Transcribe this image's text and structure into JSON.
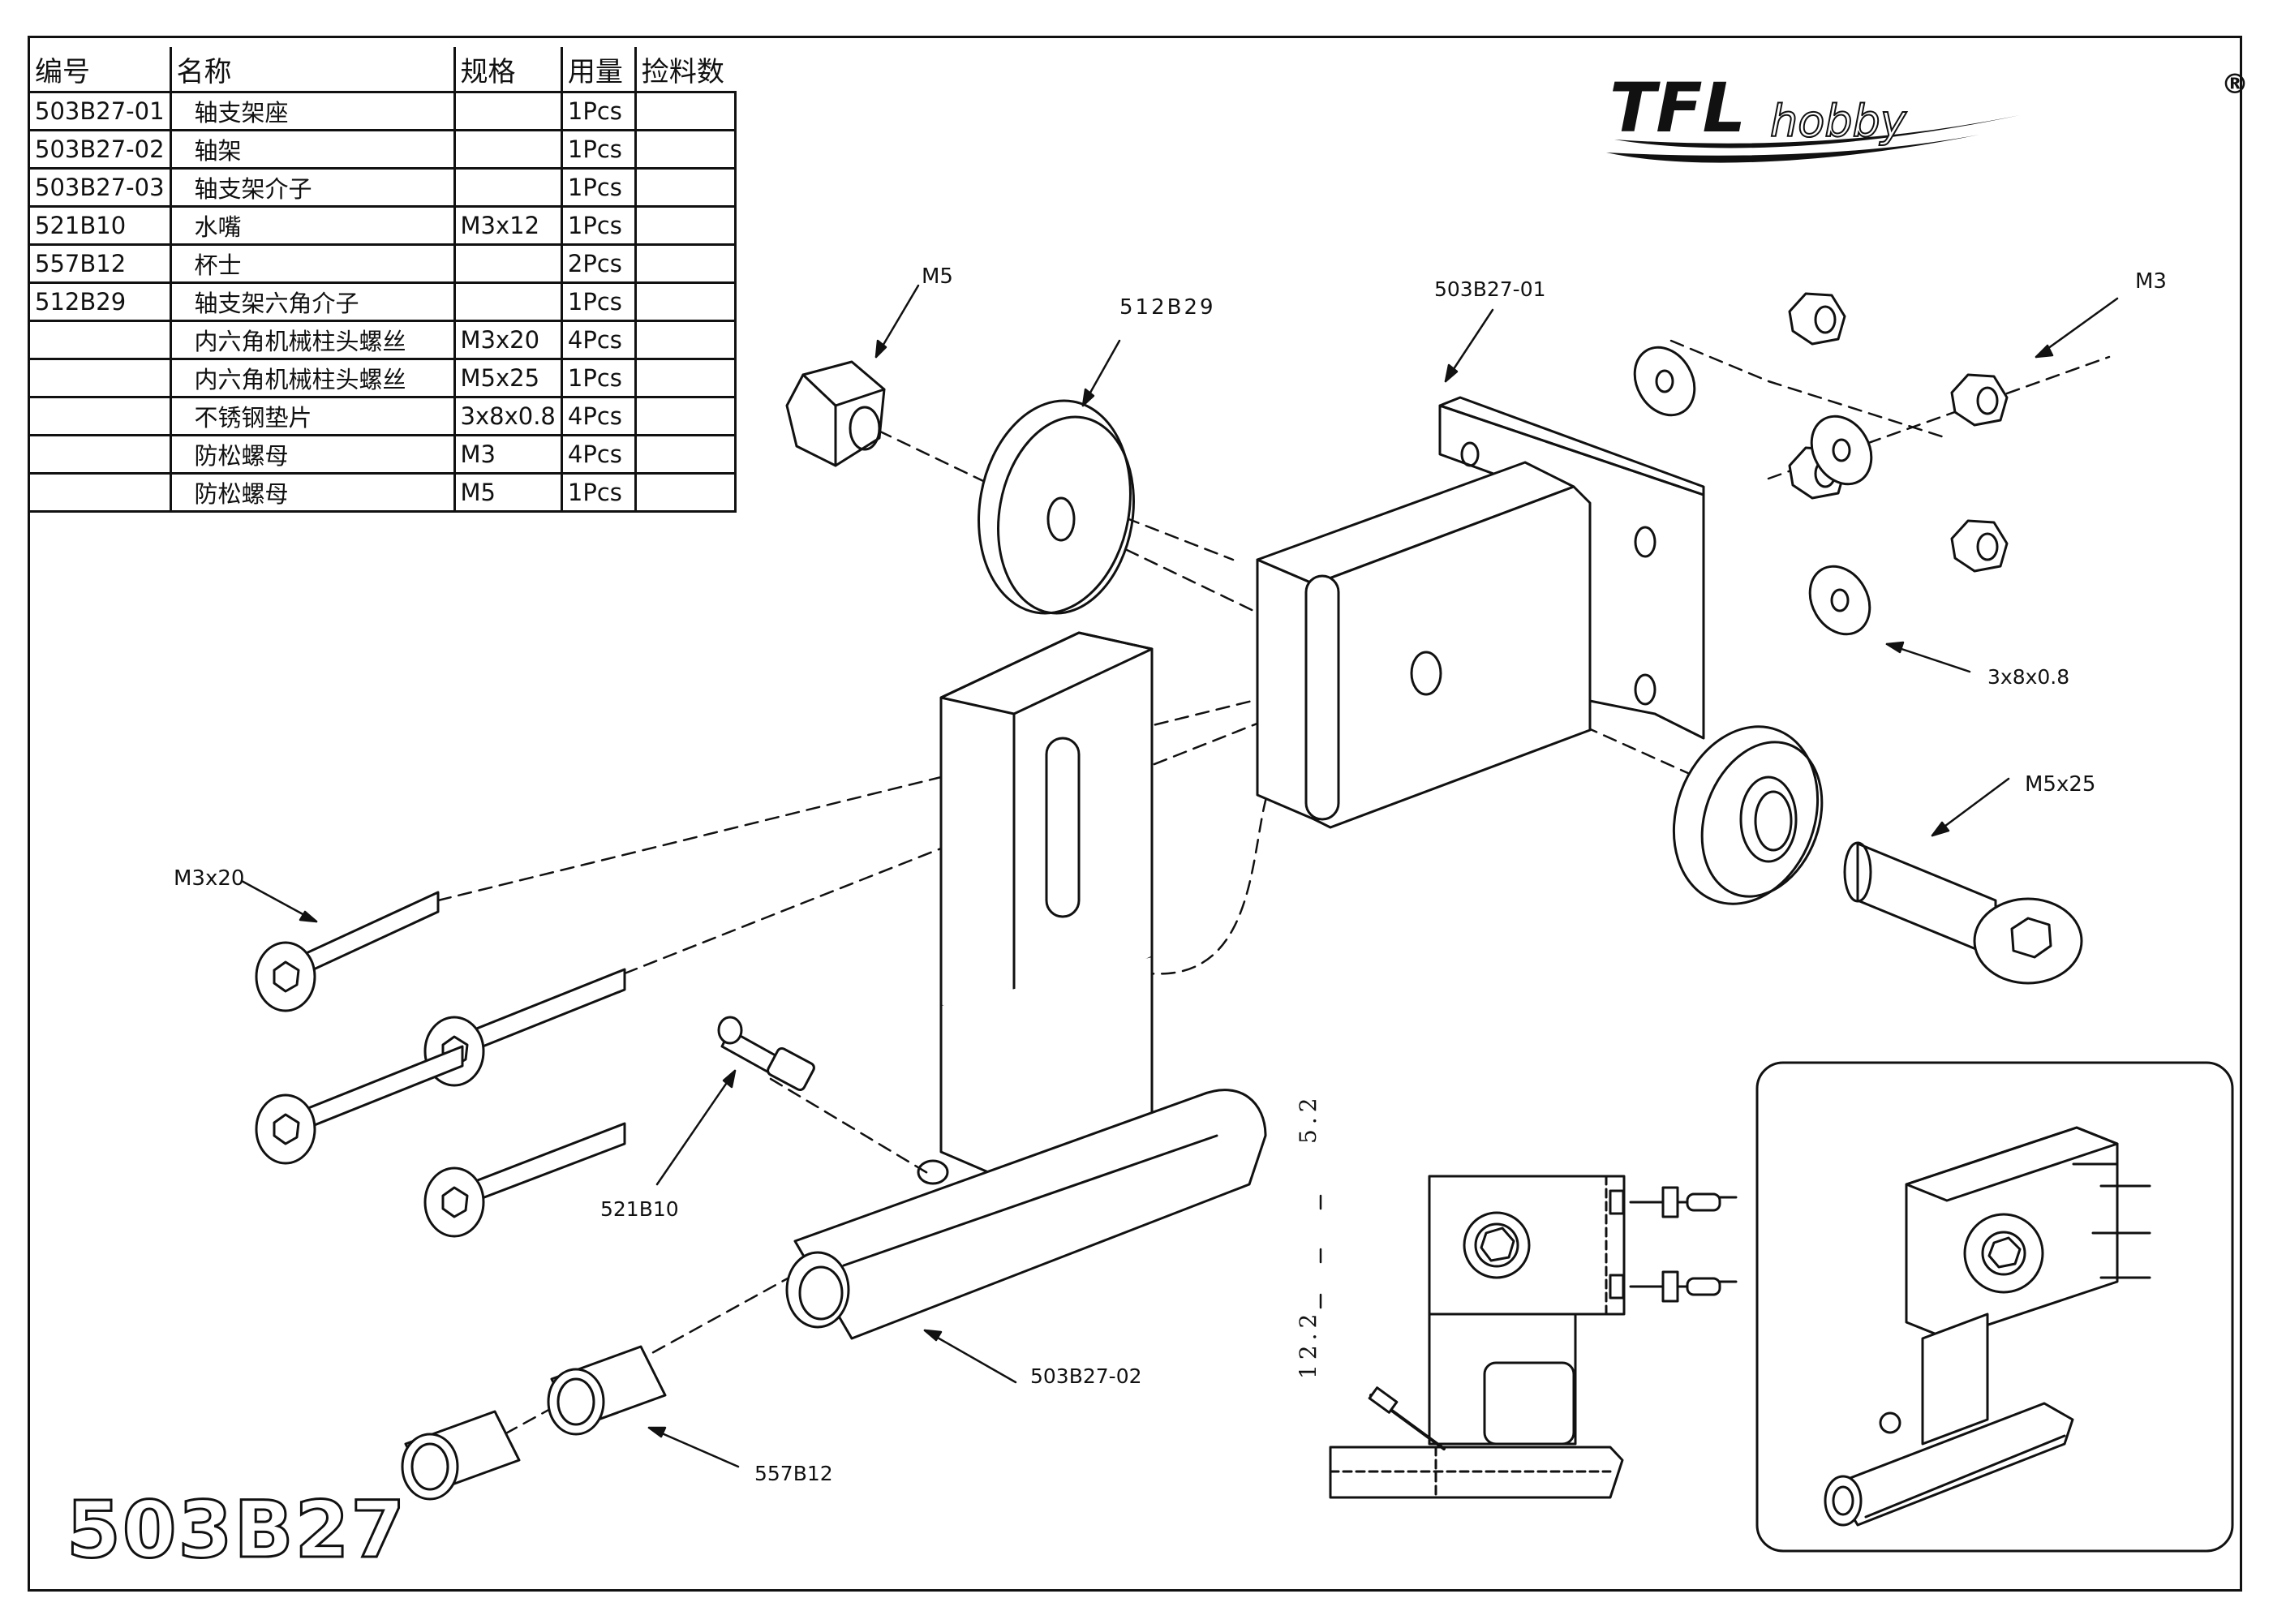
{
  "table": {
    "headers": [
      "编号",
      "名称",
      "规格",
      "用量",
      "捡料数"
    ],
    "rows": [
      {
        "code": "503B27-01",
        "name": "轴支架座",
        "spec": "",
        "qty": "1Pcs"
      },
      {
        "code": "503B27-02",
        "name": "轴架",
        "spec": "",
        "qty": "1Pcs"
      },
      {
        "code": "503B27-03",
        "name": "轴支架介子",
        "spec": "",
        "qty": "1Pcs"
      },
      {
        "code": "521B10",
        "name": "水嘴",
        "spec": "M3x12",
        "qty": "1Pcs"
      },
      {
        "code": "557B12",
        "name": "杯士",
        "spec": "",
        "qty": "2Pcs"
      },
      {
        "code": "512B29",
        "name": "轴支架六角介子",
        "spec": "",
        "qty": "1Pcs"
      },
      {
        "code": "",
        "name": "内六角机械柱头螺丝",
        "spec": "M3x20",
        "qty": "4Pcs"
      },
      {
        "code": "",
        "name": "内六角机械柱头螺丝",
        "spec": "M5x25",
        "qty": "1Pcs"
      },
      {
        "code": "",
        "name": "不锈钢垫片",
        "spec": "3x8x0.8",
        "qty": "4Pcs"
      },
      {
        "code": "",
        "name": "防松螺母",
        "spec": "M3",
        "qty": "4Pcs"
      },
      {
        "code": "",
        "name": "防松螺母",
        "spec": "M5",
        "qty": "1Pcs"
      }
    ]
  },
  "brand": {
    "logo": "TFLhobby",
    "registered": "®"
  },
  "model_number": "503B27",
  "callouts": {
    "m5": "M5",
    "washer_512b29": "512B29",
    "base_503b27_01": "503B27-01",
    "m3": "M3",
    "washer_3x8": "3x8x0.8",
    "m5x25": "M5x25",
    "m3x20": "M3x20",
    "nipple_521b10": "521B10",
    "strut_503b27_02": "503B27-02",
    "bushing_557b12": "557B12"
  },
  "dimensions": {
    "top": "5.2",
    "bottom": "12.2"
  }
}
